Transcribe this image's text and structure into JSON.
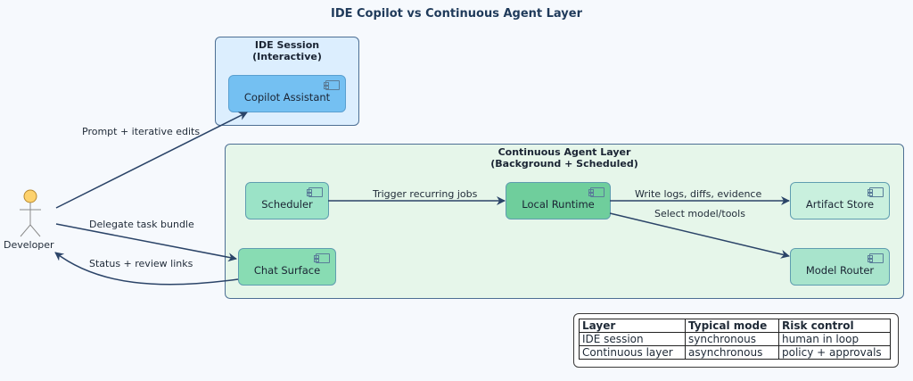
{
  "title": "IDE Copilot vs Continuous Agent Layer",
  "actor": {
    "label": "Developer",
    "icon": "stick-figure-icon",
    "head_color": "#fdd26e"
  },
  "groups": {
    "ide": {
      "title_line1": "IDE Session",
      "title_line2": "(Interactive)",
      "fill": "#dceefe"
    },
    "agent": {
      "title_line1": "Continuous Agent Layer",
      "title_line2": "(Background + Scheduled)",
      "fill": "#e6f6ea"
    }
  },
  "components": {
    "copilot": {
      "label": "Copilot Assistant",
      "fill": "#74c0f2",
      "icon": "component-icon"
    },
    "scheduler": {
      "label": "Scheduler",
      "fill": "#9be3c7",
      "icon": "component-icon"
    },
    "runtime": {
      "label": "Local Runtime",
      "fill": "#6fce9c",
      "icon": "component-icon"
    },
    "artifact": {
      "label": "Artifact Store",
      "fill": "#c9f0de",
      "icon": "component-icon"
    },
    "chat": {
      "label": "Chat Surface",
      "fill": "#88dcb3",
      "icon": "component-icon"
    },
    "router": {
      "label": "Model Router",
      "fill": "#a8e4cc",
      "icon": "component-icon"
    }
  },
  "edges": {
    "prompt": "Prompt + iterative edits",
    "delegate": "Delegate task bundle",
    "status": "Status + review links",
    "trigger": "Trigger recurring jobs",
    "write": "Write logs, diffs, evidence",
    "select": "Select model/tools"
  },
  "legend": {
    "headers": [
      "Layer",
      "Typical mode",
      "Risk control"
    ],
    "rows": [
      [
        "IDE session",
        "synchronous",
        "human in loop"
      ],
      [
        "Continuous layer",
        "asynchronous",
        "policy + approvals"
      ]
    ]
  },
  "colors": {
    "edge": "#2b4468",
    "border": "#4d6f94"
  }
}
